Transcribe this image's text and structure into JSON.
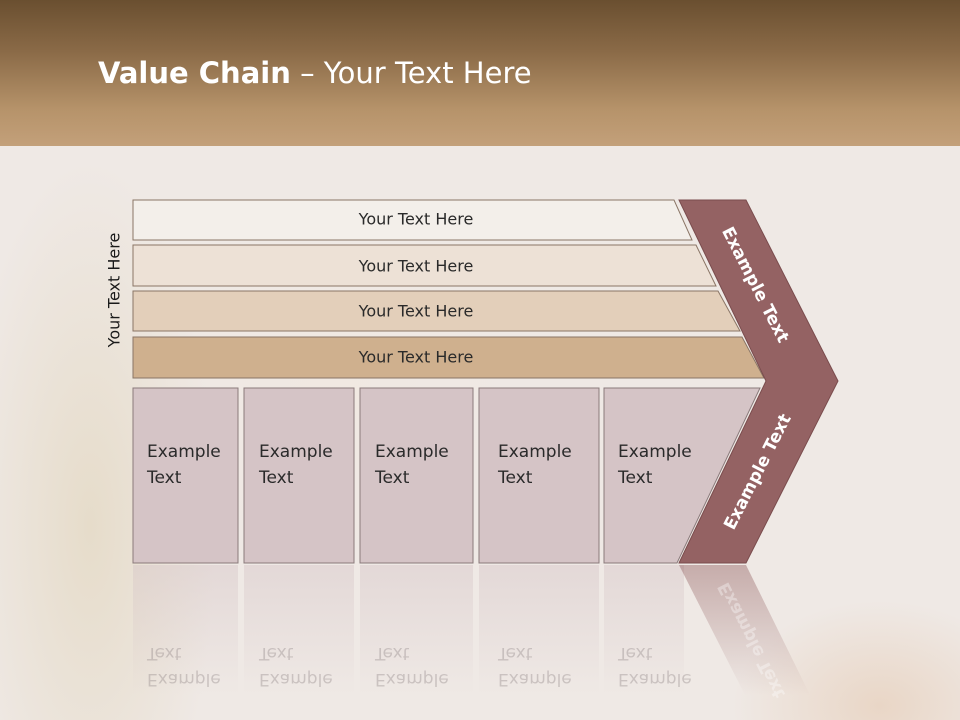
{
  "slide": {
    "title_bold": "Value Chain",
    "title_rest": " – Your Text Here",
    "side_label": "Your Text Here"
  },
  "bars": [
    {
      "label": "Your Text Here"
    },
    {
      "label": "Your Text Here"
    },
    {
      "label": "Your Text Here"
    },
    {
      "label": "Your Text Here"
    }
  ],
  "boxes": [
    {
      "line1": "Example",
      "line2": "Text"
    },
    {
      "line1": "Example",
      "line2": "Text"
    },
    {
      "line1": "Example",
      "line2": "Text"
    },
    {
      "line1": "Example",
      "line2": "Text"
    },
    {
      "line1": "Example",
      "line2": "Text"
    }
  ],
  "chevron": {
    "upper_label": "Example Text",
    "lower_label": "Example Text"
  },
  "colors": {
    "header_top": "#6a4f30",
    "bar_1": "#f3efea",
    "bar_2": "#ede1d6",
    "bar_3": "#e3cfba",
    "bar_4": "#cfb08e",
    "box_fill": "#d5c4c6",
    "chevron": "#946263"
  }
}
